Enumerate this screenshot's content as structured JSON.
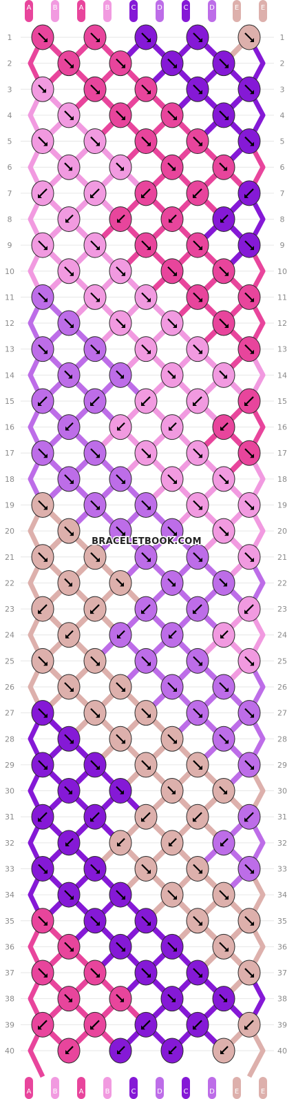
{
  "watermark": "BRACELETBOOK.COM",
  "colors": {
    "A": "#e8459c",
    "B": "#f19ae0",
    "C": "#8519d6",
    "D": "#bd6de8",
    "E": "#ddb0ac"
  },
  "strands_top": [
    "A",
    "B",
    "A",
    "B",
    "C",
    "D",
    "C",
    "D",
    "E",
    "E"
  ],
  "strands_bottom": [
    "A",
    "B",
    "A",
    "B",
    "C",
    "D",
    "C",
    "D",
    "E",
    "E"
  ],
  "row_labels": [
    "1",
    "2",
    "3",
    "4",
    "5",
    "6",
    "7",
    "8",
    "9",
    "10",
    "11",
    "12",
    "13",
    "14",
    "15",
    "16",
    "17",
    "18",
    "19",
    "20",
    "21",
    "22",
    "23",
    "24",
    "25",
    "26",
    "27",
    "28",
    "29",
    "30",
    "31",
    "32",
    "33",
    "34",
    "35",
    "36",
    "37",
    "38",
    "39",
    "40"
  ],
  "knot_rows": [
    {
      "knots": [
        {
          "c": "A",
          "d": "f"
        },
        {
          "c": "A",
          "d": "f"
        },
        {
          "c": "C",
          "d": "f"
        },
        {
          "c": "C",
          "d": "f"
        },
        {
          "c": "E",
          "d": "f"
        }
      ]
    },
    {
      "knots": [
        {
          "c": "A",
          "d": "f"
        },
        {
          "c": "A",
          "d": "f"
        },
        {
          "c": "C",
          "d": "f"
        },
        {
          "c": "C",
          "d": "f"
        }
      ]
    },
    {
      "knots": [
        {
          "c": "B",
          "d": "fb"
        },
        {
          "c": "A",
          "d": "f"
        },
        {
          "c": "A",
          "d": "f"
        },
        {
          "c": "C",
          "d": "f"
        },
        {
          "c": "C",
          "d": "f"
        }
      ]
    },
    {
      "knots": [
        {
          "c": "B",
          "d": "f"
        },
        {
          "c": "A",
          "d": "f"
        },
        {
          "c": "A",
          "d": "f"
        },
        {
          "c": "C",
          "d": "f"
        }
      ]
    },
    {
      "knots": [
        {
          "c": "B",
          "d": "f"
        },
        {
          "c": "B",
          "d": "f"
        },
        {
          "c": "A",
          "d": "f"
        },
        {
          "c": "A",
          "d": "f"
        },
        {
          "c": "C",
          "d": "f"
        }
      ]
    },
    {
      "knots": [
        {
          "c": "B",
          "d": "fb"
        },
        {
          "c": "B",
          "d": "fb"
        },
        {
          "c": "A",
          "d": "fb"
        },
        {
          "c": "A",
          "d": "fb"
        }
      ]
    },
    {
      "knots": [
        {
          "c": "B",
          "d": "b"
        },
        {
          "c": "B",
          "d": "b"
        },
        {
          "c": "A",
          "d": "b"
        },
        {
          "c": "A",
          "d": "b"
        },
        {
          "c": "C",
          "d": "b"
        }
      ]
    },
    {
      "knots": [
        {
          "c": "B",
          "d": "bf"
        },
        {
          "c": "A",
          "d": "bf"
        },
        {
          "c": "A",
          "d": "bf"
        },
        {
          "c": "C",
          "d": "bf"
        }
      ]
    },
    {
      "knots": [
        {
          "c": "B",
          "d": "f"
        },
        {
          "c": "B",
          "d": "f"
        },
        {
          "c": "A",
          "d": "f"
        },
        {
          "c": "A",
          "d": "f"
        },
        {
          "c": "C",
          "d": "f"
        }
      ]
    },
    {
      "knots": [
        {
          "c": "B",
          "d": "f"
        },
        {
          "c": "B",
          "d": "f"
        },
        {
          "c": "A",
          "d": "f"
        },
        {
          "c": "A",
          "d": "f"
        }
      ]
    },
    {
      "knots": [
        {
          "c": "D",
          "d": "f"
        },
        {
          "c": "B",
          "d": "f"
        },
        {
          "c": "B",
          "d": "f"
        },
        {
          "c": "A",
          "d": "f"
        },
        {
          "c": "A",
          "d": "f"
        }
      ]
    },
    {
      "knots": [
        {
          "c": "D",
          "d": "f"
        },
        {
          "c": "B",
          "d": "f"
        },
        {
          "c": "B",
          "d": "f"
        },
        {
          "c": "A",
          "d": "f"
        }
      ]
    },
    {
      "knots": [
        {
          "c": "D",
          "d": "f"
        },
        {
          "c": "D",
          "d": "f"
        },
        {
          "c": "B",
          "d": "f"
        },
        {
          "c": "B",
          "d": "f"
        },
        {
          "c": "A",
          "d": "f"
        }
      ]
    },
    {
      "knots": [
        {
          "c": "D",
          "d": "fb"
        },
        {
          "c": "D",
          "d": "fb"
        },
        {
          "c": "B",
          "d": "fb"
        },
        {
          "c": "B",
          "d": "fb"
        }
      ]
    },
    {
      "knots": [
        {
          "c": "D",
          "d": "b"
        },
        {
          "c": "D",
          "d": "b"
        },
        {
          "c": "B",
          "d": "b"
        },
        {
          "c": "B",
          "d": "b"
        },
        {
          "c": "A",
          "d": "b"
        }
      ]
    },
    {
      "knots": [
        {
          "c": "D",
          "d": "bf"
        },
        {
          "c": "B",
          "d": "bf"
        },
        {
          "c": "B",
          "d": "bf"
        },
        {
          "c": "A",
          "d": "bf"
        }
      ]
    },
    {
      "knots": [
        {
          "c": "D",
          "d": "f"
        },
        {
          "c": "D",
          "d": "f"
        },
        {
          "c": "B",
          "d": "f"
        },
        {
          "c": "B",
          "d": "f"
        },
        {
          "c": "A",
          "d": "f"
        }
      ]
    },
    {
      "knots": [
        {
          "c": "D",
          "d": "f"
        },
        {
          "c": "D",
          "d": "f"
        },
        {
          "c": "B",
          "d": "f"
        },
        {
          "c": "B",
          "d": "f"
        }
      ]
    },
    {
      "knots": [
        {
          "c": "E",
          "d": "f"
        },
        {
          "c": "D",
          "d": "f"
        },
        {
          "c": "D",
          "d": "f"
        },
        {
          "c": "B",
          "d": "f"
        },
        {
          "c": "B",
          "d": "f"
        }
      ]
    },
    {
      "knots": [
        {
          "c": "E",
          "d": "f"
        },
        {
          "c": "D",
          "d": "f"
        },
        {
          "c": "D",
          "d": "f"
        },
        {
          "c": "B",
          "d": "f"
        }
      ]
    },
    {
      "knots": [
        {
          "c": "E",
          "d": "f"
        },
        {
          "c": "E",
          "d": "f"
        },
        {
          "c": "D",
          "d": "f"
        },
        {
          "c": "D",
          "d": "f"
        },
        {
          "c": "B",
          "d": "f"
        }
      ]
    },
    {
      "knots": [
        {
          "c": "E",
          "d": "fb"
        },
        {
          "c": "E",
          "d": "fb"
        },
        {
          "c": "D",
          "d": "fb"
        },
        {
          "c": "D",
          "d": "fb"
        }
      ]
    },
    {
      "knots": [
        {
          "c": "E",
          "d": "b"
        },
        {
          "c": "E",
          "d": "b"
        },
        {
          "c": "D",
          "d": "b"
        },
        {
          "c": "D",
          "d": "b"
        },
        {
          "c": "B",
          "d": "b"
        }
      ]
    },
    {
      "knots": [
        {
          "c": "E",
          "d": "bf"
        },
        {
          "c": "D",
          "d": "bf"
        },
        {
          "c": "D",
          "d": "bf"
        },
        {
          "c": "B",
          "d": "bf"
        }
      ]
    },
    {
      "knots": [
        {
          "c": "E",
          "d": "f"
        },
        {
          "c": "E",
          "d": "f"
        },
        {
          "c": "D",
          "d": "f"
        },
        {
          "c": "D",
          "d": "f"
        },
        {
          "c": "B",
          "d": "f"
        }
      ]
    },
    {
      "knots": [
        {
          "c": "E",
          "d": "f"
        },
        {
          "c": "E",
          "d": "f"
        },
        {
          "c": "D",
          "d": "f"
        },
        {
          "c": "D",
          "d": "f"
        }
      ]
    },
    {
      "knots": [
        {
          "c": "C",
          "d": "f"
        },
        {
          "c": "E",
          "d": "f"
        },
        {
          "c": "E",
          "d": "f"
        },
        {
          "c": "D",
          "d": "f"
        },
        {
          "c": "D",
          "d": "f"
        }
      ]
    },
    {
      "knots": [
        {
          "c": "C",
          "d": "f"
        },
        {
          "c": "E",
          "d": "f"
        },
        {
          "c": "E",
          "d": "f"
        },
        {
          "c": "D",
          "d": "f"
        }
      ]
    },
    {
      "knots": [
        {
          "c": "C",
          "d": "f"
        },
        {
          "c": "C",
          "d": "f"
        },
        {
          "c": "E",
          "d": "f"
        },
        {
          "c": "E",
          "d": "f"
        },
        {
          "c": "D",
          "d": "f"
        }
      ]
    },
    {
      "knots": [
        {
          "c": "C",
          "d": "fb"
        },
        {
          "c": "C",
          "d": "fb"
        },
        {
          "c": "E",
          "d": "fb"
        },
        {
          "c": "E",
          "d": "fb"
        }
      ]
    },
    {
      "knots": [
        {
          "c": "C",
          "d": "b"
        },
        {
          "c": "C",
          "d": "b"
        },
        {
          "c": "E",
          "d": "b"
        },
        {
          "c": "E",
          "d": "b"
        },
        {
          "c": "D",
          "d": "b"
        }
      ]
    },
    {
      "knots": [
        {
          "c": "C",
          "d": "bf"
        },
        {
          "c": "E",
          "d": "bf"
        },
        {
          "c": "E",
          "d": "bf"
        },
        {
          "c": "D",
          "d": "bf"
        }
      ]
    },
    {
      "knots": [
        {
          "c": "C",
          "d": "f"
        },
        {
          "c": "C",
          "d": "f"
        },
        {
          "c": "E",
          "d": "f"
        },
        {
          "c": "E",
          "d": "f"
        },
        {
          "c": "D",
          "d": "f"
        }
      ]
    },
    {
      "knots": [
        {
          "c": "C",
          "d": "f"
        },
        {
          "c": "C",
          "d": "f"
        },
        {
          "c": "E",
          "d": "f"
        },
        {
          "c": "E",
          "d": "f"
        }
      ]
    },
    {
      "knots": [
        {
          "c": "A",
          "d": "f"
        },
        {
          "c": "C",
          "d": "f"
        },
        {
          "c": "C",
          "d": "f"
        },
        {
          "c": "E",
          "d": "f"
        },
        {
          "c": "E",
          "d": "f"
        }
      ]
    },
    {
      "knots": [
        {
          "c": "A",
          "d": "f"
        },
        {
          "c": "C",
          "d": "f"
        },
        {
          "c": "C",
          "d": "f"
        },
        {
          "c": "E",
          "d": "f"
        }
      ]
    },
    {
      "knots": [
        {
          "c": "A",
          "d": "f"
        },
        {
          "c": "A",
          "d": "f"
        },
        {
          "c": "C",
          "d": "f"
        },
        {
          "c": "C",
          "d": "f"
        },
        {
          "c": "E",
          "d": "f"
        }
      ]
    },
    {
      "knots": [
        {
          "c": "A",
          "d": "fb"
        },
        {
          "c": "A",
          "d": "fb"
        },
        {
          "c": "C",
          "d": "fb"
        },
        {
          "c": "C",
          "d": "fb"
        }
      ]
    },
    {
      "knots": [
        {
          "c": "A",
          "d": "b"
        },
        {
          "c": "A",
          "d": "b"
        },
        {
          "c": "C",
          "d": "b"
        },
        {
          "c": "C",
          "d": "b"
        },
        {
          "c": "E",
          "d": "b"
        }
      ]
    },
    {
      "knots": [
        {
          "c": "A",
          "d": "bf"
        },
        {
          "c": "C",
          "d": "bf"
        },
        {
          "c": "C",
          "d": "bf"
        },
        {
          "c": "E",
          "d": "bf"
        }
      ]
    }
  ]
}
